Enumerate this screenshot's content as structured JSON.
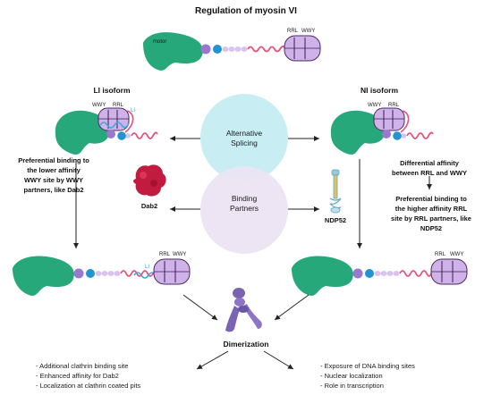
{
  "title": "Regulation of myosin VI",
  "labels": {
    "motor": "motor",
    "rrl": "RRL",
    "wwy": "WWY",
    "li": "LI",
    "li_isoform": "LI isoform",
    "ni_isoform": "NI isoform",
    "alt_splicing_line1": "Alternative",
    "alt_splicing_line2": "Splicing",
    "binding_line1": "Binding",
    "binding_line2": "Partners",
    "dab2": "Dab2",
    "ndp52": "NDP52",
    "dimerization": "Dimerization"
  },
  "left_text": [
    "Preferential binding to",
    "the lower affinity",
    "WWY site by WWY",
    "partners, like Dab2"
  ],
  "right_text_top": [
    "Differential affinity",
    "between RRL and WWY"
  ],
  "right_text_bottom": [
    "Preferential binding to",
    "the higher affinity RRL",
    "site by RRL partners, like",
    "NDP52"
  ],
  "outcomes_left": [
    "- Additional clathrin binding site",
    "- Enhanced affinity for Dab2",
    "- Localization at clathrin coated pits"
  ],
  "outcomes_right": [
    "- Exposure of DNA binding sites",
    "- Nuclear localization",
    "- Role in transcription"
  ],
  "colors": {
    "motor": "#27a87a",
    "purple_domain": "#cfb2ea",
    "lever_sphere": "#9a78cf",
    "blue_sphere": "#2294d2",
    "coil": "#e8517a",
    "alt_splicing_circle": "#c8eef3",
    "binding_circle": "#ece4f3",
    "dab2": "#c11b3f",
    "ndp52": "#5da9c8",
    "dimer": "#7a64b2",
    "li_helix": "#3ea7dc"
  }
}
